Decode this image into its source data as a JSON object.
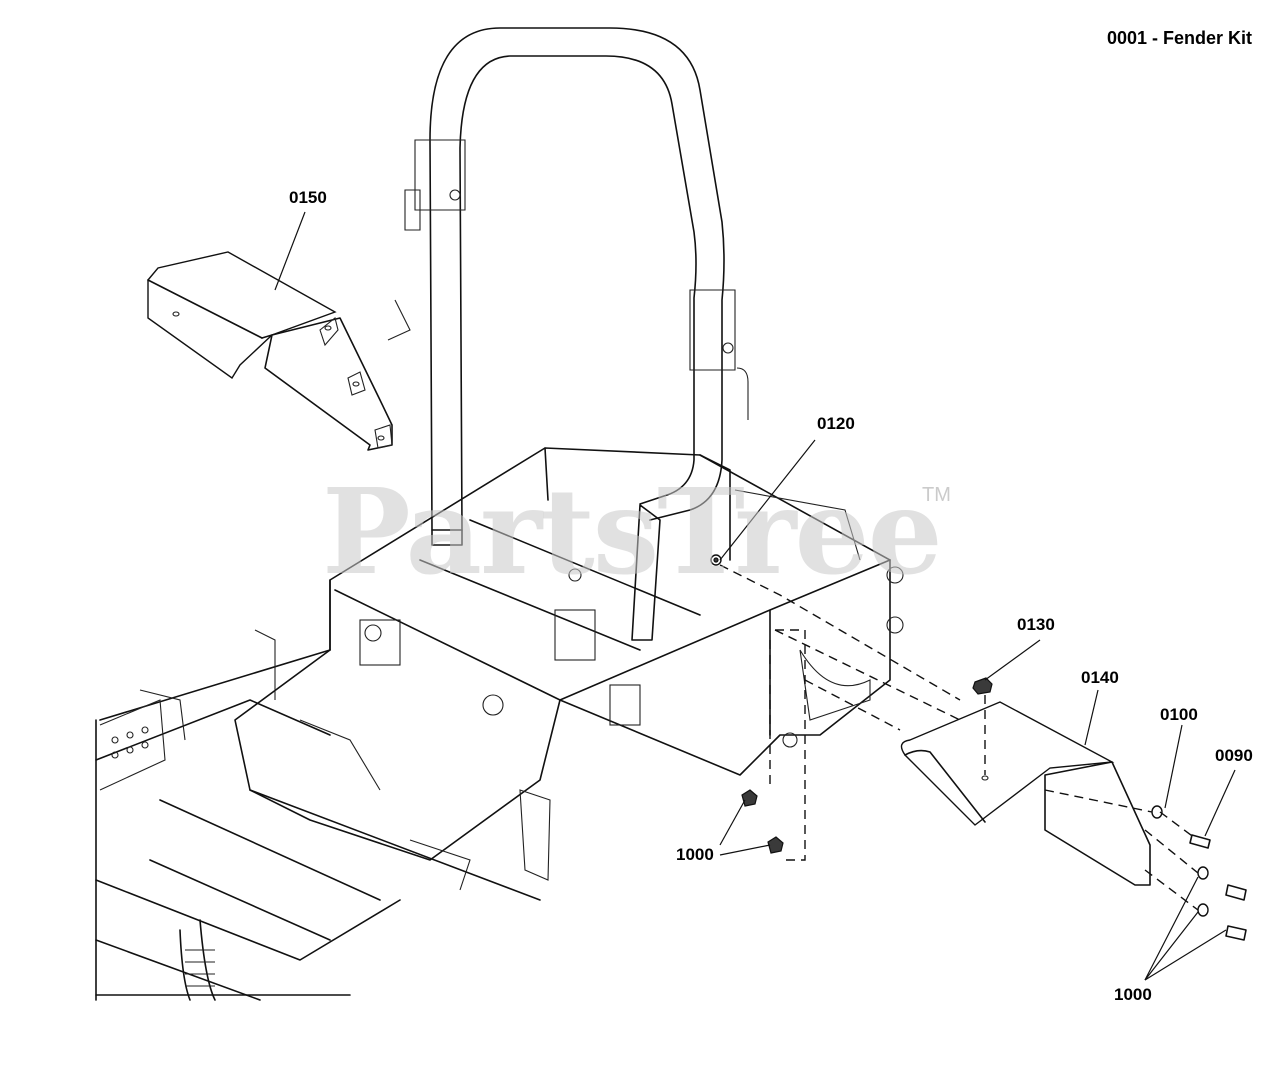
{
  "title": "0001 - Fender Kit",
  "watermark": "PartsTree",
  "trademark": "TM",
  "callouts": {
    "c0150": "0150",
    "c0120": "0120",
    "c0130": "0130",
    "c0140": "0140",
    "c0100": "0100",
    "c0090": "0090",
    "c1000a": "1000",
    "c1000b": "1000"
  }
}
